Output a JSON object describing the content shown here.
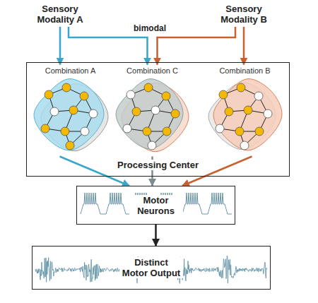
{
  "diagram": {
    "nodes": [
      {
        "text": [
          "Sensory Modality A"
        ]
      },
      {
        "text": [
          "Sensory Modality B"
        ]
      },
      {
        "text": [
          "Processing Center"
        ]
      },
      {
        "text": [
          "Combination A"
        ],
        "in": 2
      },
      {
        "text": [
          "Combination C"
        ],
        "in": 2
      },
      {
        "text": [
          "Combination B"
        ],
        "in": 2
      },
      {
        "text": [
          "Motor Neurons"
        ]
      },
      {
        "text": [
          "Distinct Motor Output"
        ]
      }
    ],
    "edges": [
      {
        "from": 0,
        "to": 3,
        "arrow": "to"
      },
      {
        "from": 0,
        "to": 4,
        "arrow": "to"
      },
      {
        "from": 1,
        "to": 4,
        "arrow": "to"
      },
      {
        "from": 1,
        "to": 5,
        "arrow": "to"
      },
      {
        "from": 3,
        "to": 6,
        "arrow": "to"
      },
      {
        "from": 4,
        "to": 6,
        "arrow": "to"
      },
      {
        "from": 5,
        "to": 6,
        "arrow": "to"
      },
      {
        "from": 6,
        "to": 7,
        "arrow": "to"
      }
    ],
    "labels": [
      "bimodal"
    ]
  }
}
